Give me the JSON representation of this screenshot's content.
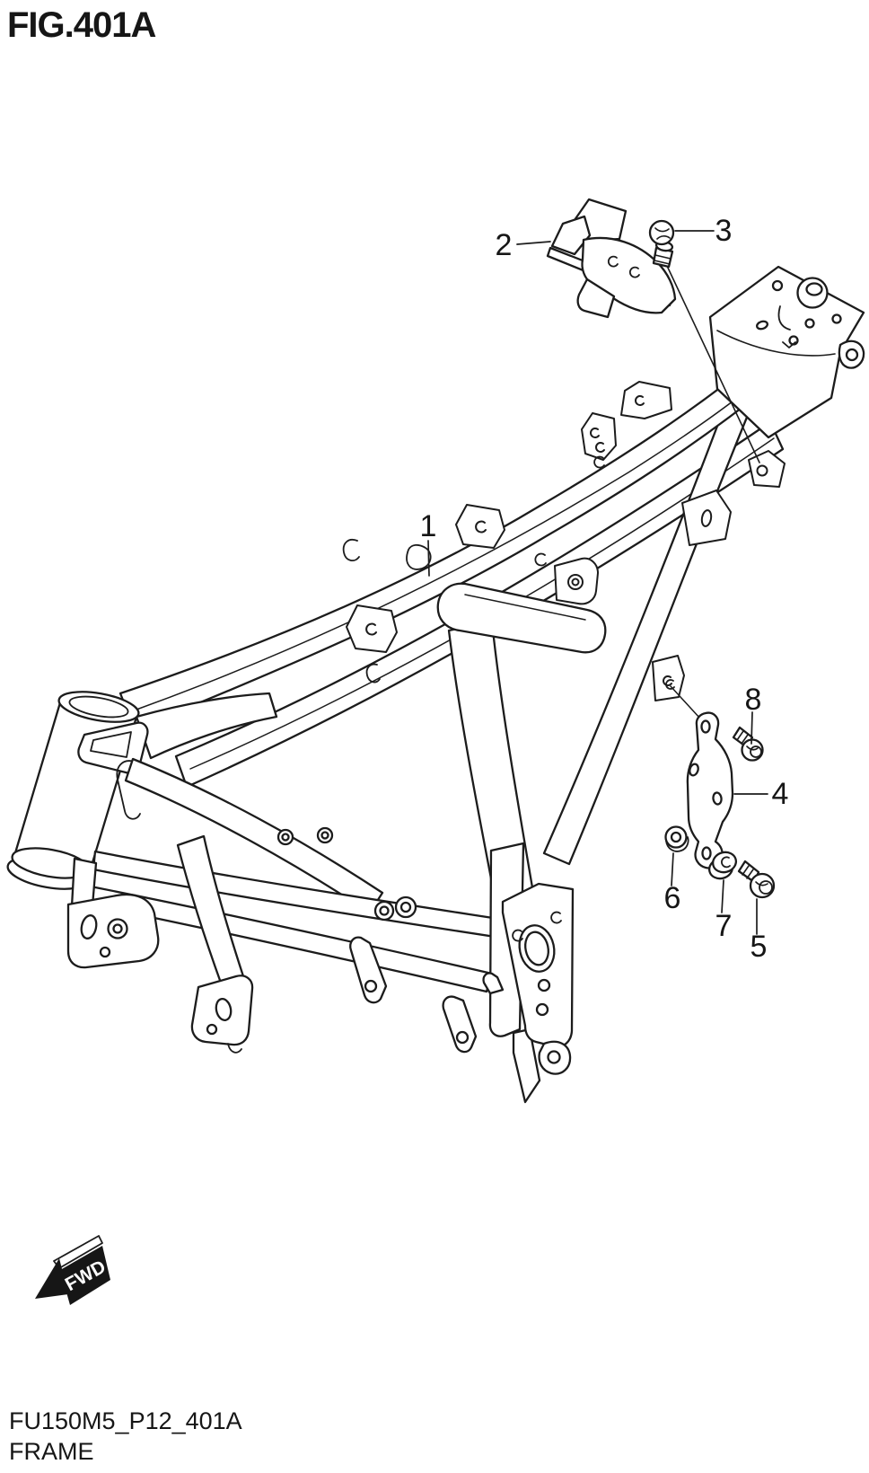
{
  "figure": {
    "title": "FIG.401A"
  },
  "callouts": [
    "1",
    "2",
    "3",
    "4",
    "5",
    "6",
    "7",
    "8"
  ],
  "direction_indicator": {
    "label": "FWD"
  },
  "footer": {
    "code": "FU150M5_P12_401A",
    "name": "FRAME"
  },
  "colors": {
    "line": "#1c1c1c",
    "background": "#ffffff"
  }
}
